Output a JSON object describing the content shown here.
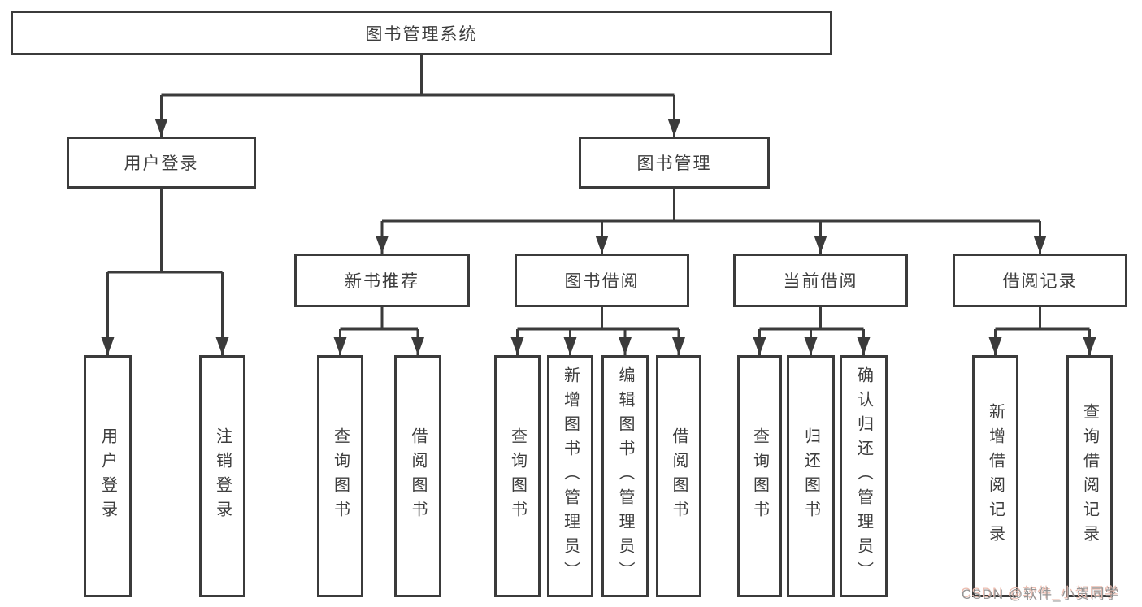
{
  "tree": {
    "label": "图书管理系统",
    "children": [
      {
        "label": "用户登录",
        "children": [
          {
            "label": "用户登录"
          },
          {
            "label": "注销登录"
          }
        ]
      },
      {
        "label": "图书管理",
        "children": [
          {
            "label": "新书推荐",
            "children": [
              {
                "label": "查询图书"
              },
              {
                "label": "借阅图书"
              }
            ]
          },
          {
            "label": "图书借阅",
            "children": [
              {
                "label": "查询图书"
              },
              {
                "label": "新增图书（管理员）"
              },
              {
                "label": "编辑图书（管理员）"
              },
              {
                "label": "借阅图书"
              }
            ]
          },
          {
            "label": "当前借阅",
            "children": [
              {
                "label": "查询图书"
              },
              {
                "label": "归还图书"
              },
              {
                "label": "确认归还（管理员）"
              }
            ]
          },
          {
            "label": "借阅记录",
            "children": [
              {
                "label": "新增借阅记录"
              },
              {
                "label": "查询借阅记录"
              }
            ]
          }
        ]
      }
    ]
  },
  "watermark": "CSDN @软件_小贺同学",
  "colors": {
    "line": "#3b3b3b",
    "node_border": "#3b3b3b",
    "node_text": "#3d3d3d",
    "background": "#ffffff",
    "watermark_text": "#969696",
    "watermark_shadow": "#ecbdb0"
  }
}
